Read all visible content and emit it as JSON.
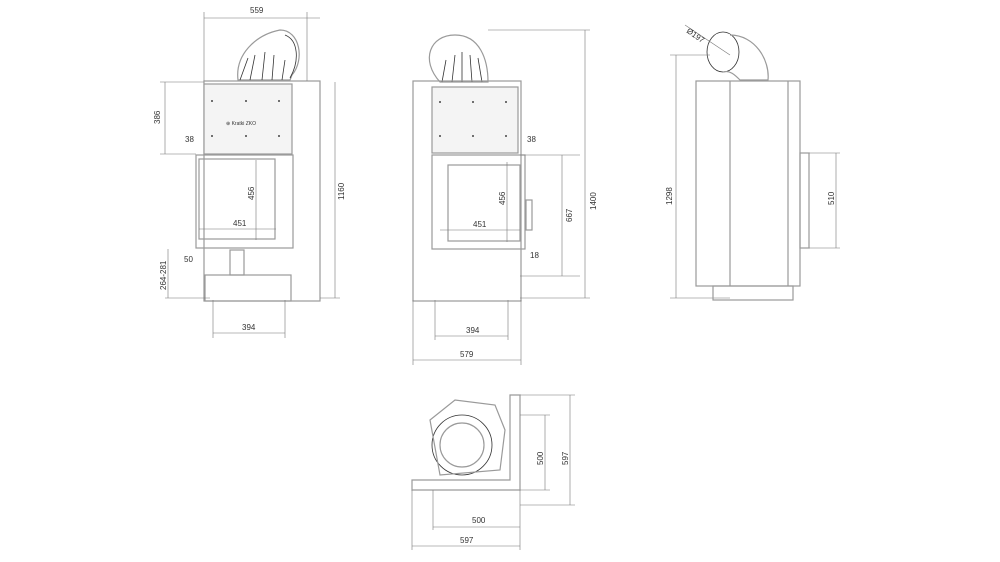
{
  "front_view": {
    "width": "559",
    "top_panel_height": "386",
    "frame_offset": "38",
    "glass_height": "456",
    "glass_width": "451",
    "total_height": "1160",
    "leg_offset": "50",
    "leg_height": "264-281",
    "leg_spacing": "394",
    "logo_text": "Kratki ZKO"
  },
  "side_front_view": {
    "frame_offset": "38",
    "glass_height": "456",
    "door_height": "667",
    "total_height": "1400",
    "glass_width": "451",
    "frame_side": "18",
    "leg_spacing": "394",
    "width": "579"
  },
  "side_view": {
    "flue_diameter": "Ø197",
    "height": "1298",
    "opening_height": "510"
  },
  "top_view": {
    "depth_inner": "500",
    "depth_outer": "597",
    "width_inner": "500",
    "width_outer": "597"
  }
}
